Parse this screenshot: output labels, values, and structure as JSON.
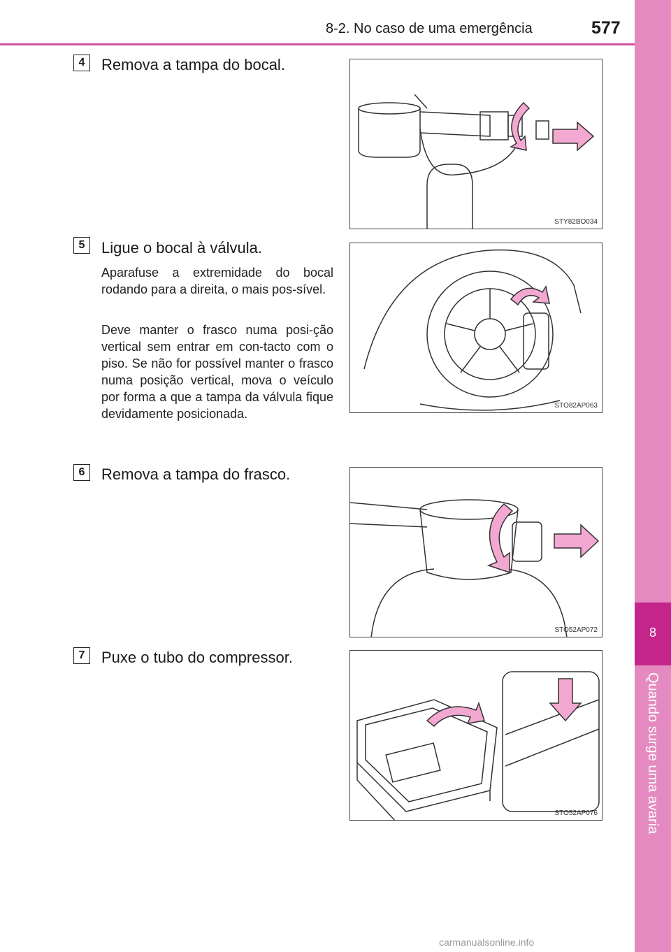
{
  "header": {
    "section_title": "8-2. No caso de uma emergência",
    "page_number": "577"
  },
  "side_tab": {
    "chapter_number": "8",
    "chapter_title": "Quando surge uma avaria"
  },
  "steps": [
    {
      "number": "4",
      "title": "Remova a tampa do bocal.",
      "paragraphs": [],
      "figure_code": "STY82BO034"
    },
    {
      "number": "5",
      "title": "Ligue o bocal à válvula.",
      "paragraphs": [
        "Aparafuse a extremidade do bocal rodando para a direita, o mais pos-sível.",
        "Deve manter o frasco numa posi-ção vertical sem entrar em con-tacto com o piso. Se não for possível manter o frasco numa posição vertical, mova o veículo por forma a que a tampa da válvula fique devidamente posicionada."
      ],
      "figure_code": "STO82AP063"
    },
    {
      "number": "6",
      "title": "Remova a tampa do frasco.",
      "paragraphs": [],
      "figure_code": "STO52AP072"
    },
    {
      "number": "7",
      "title": "Puxe o tubo do compressor.",
      "paragraphs": [],
      "figure_code": "STO52AP076"
    }
  ],
  "footer": {
    "watermark": "carmanualsonline.info"
  },
  "colors": {
    "accent": "#d24fa0",
    "tab": "#e58ac0",
    "tab_dark": "#c3258b",
    "arrow_fill": "#f2a8d0"
  }
}
